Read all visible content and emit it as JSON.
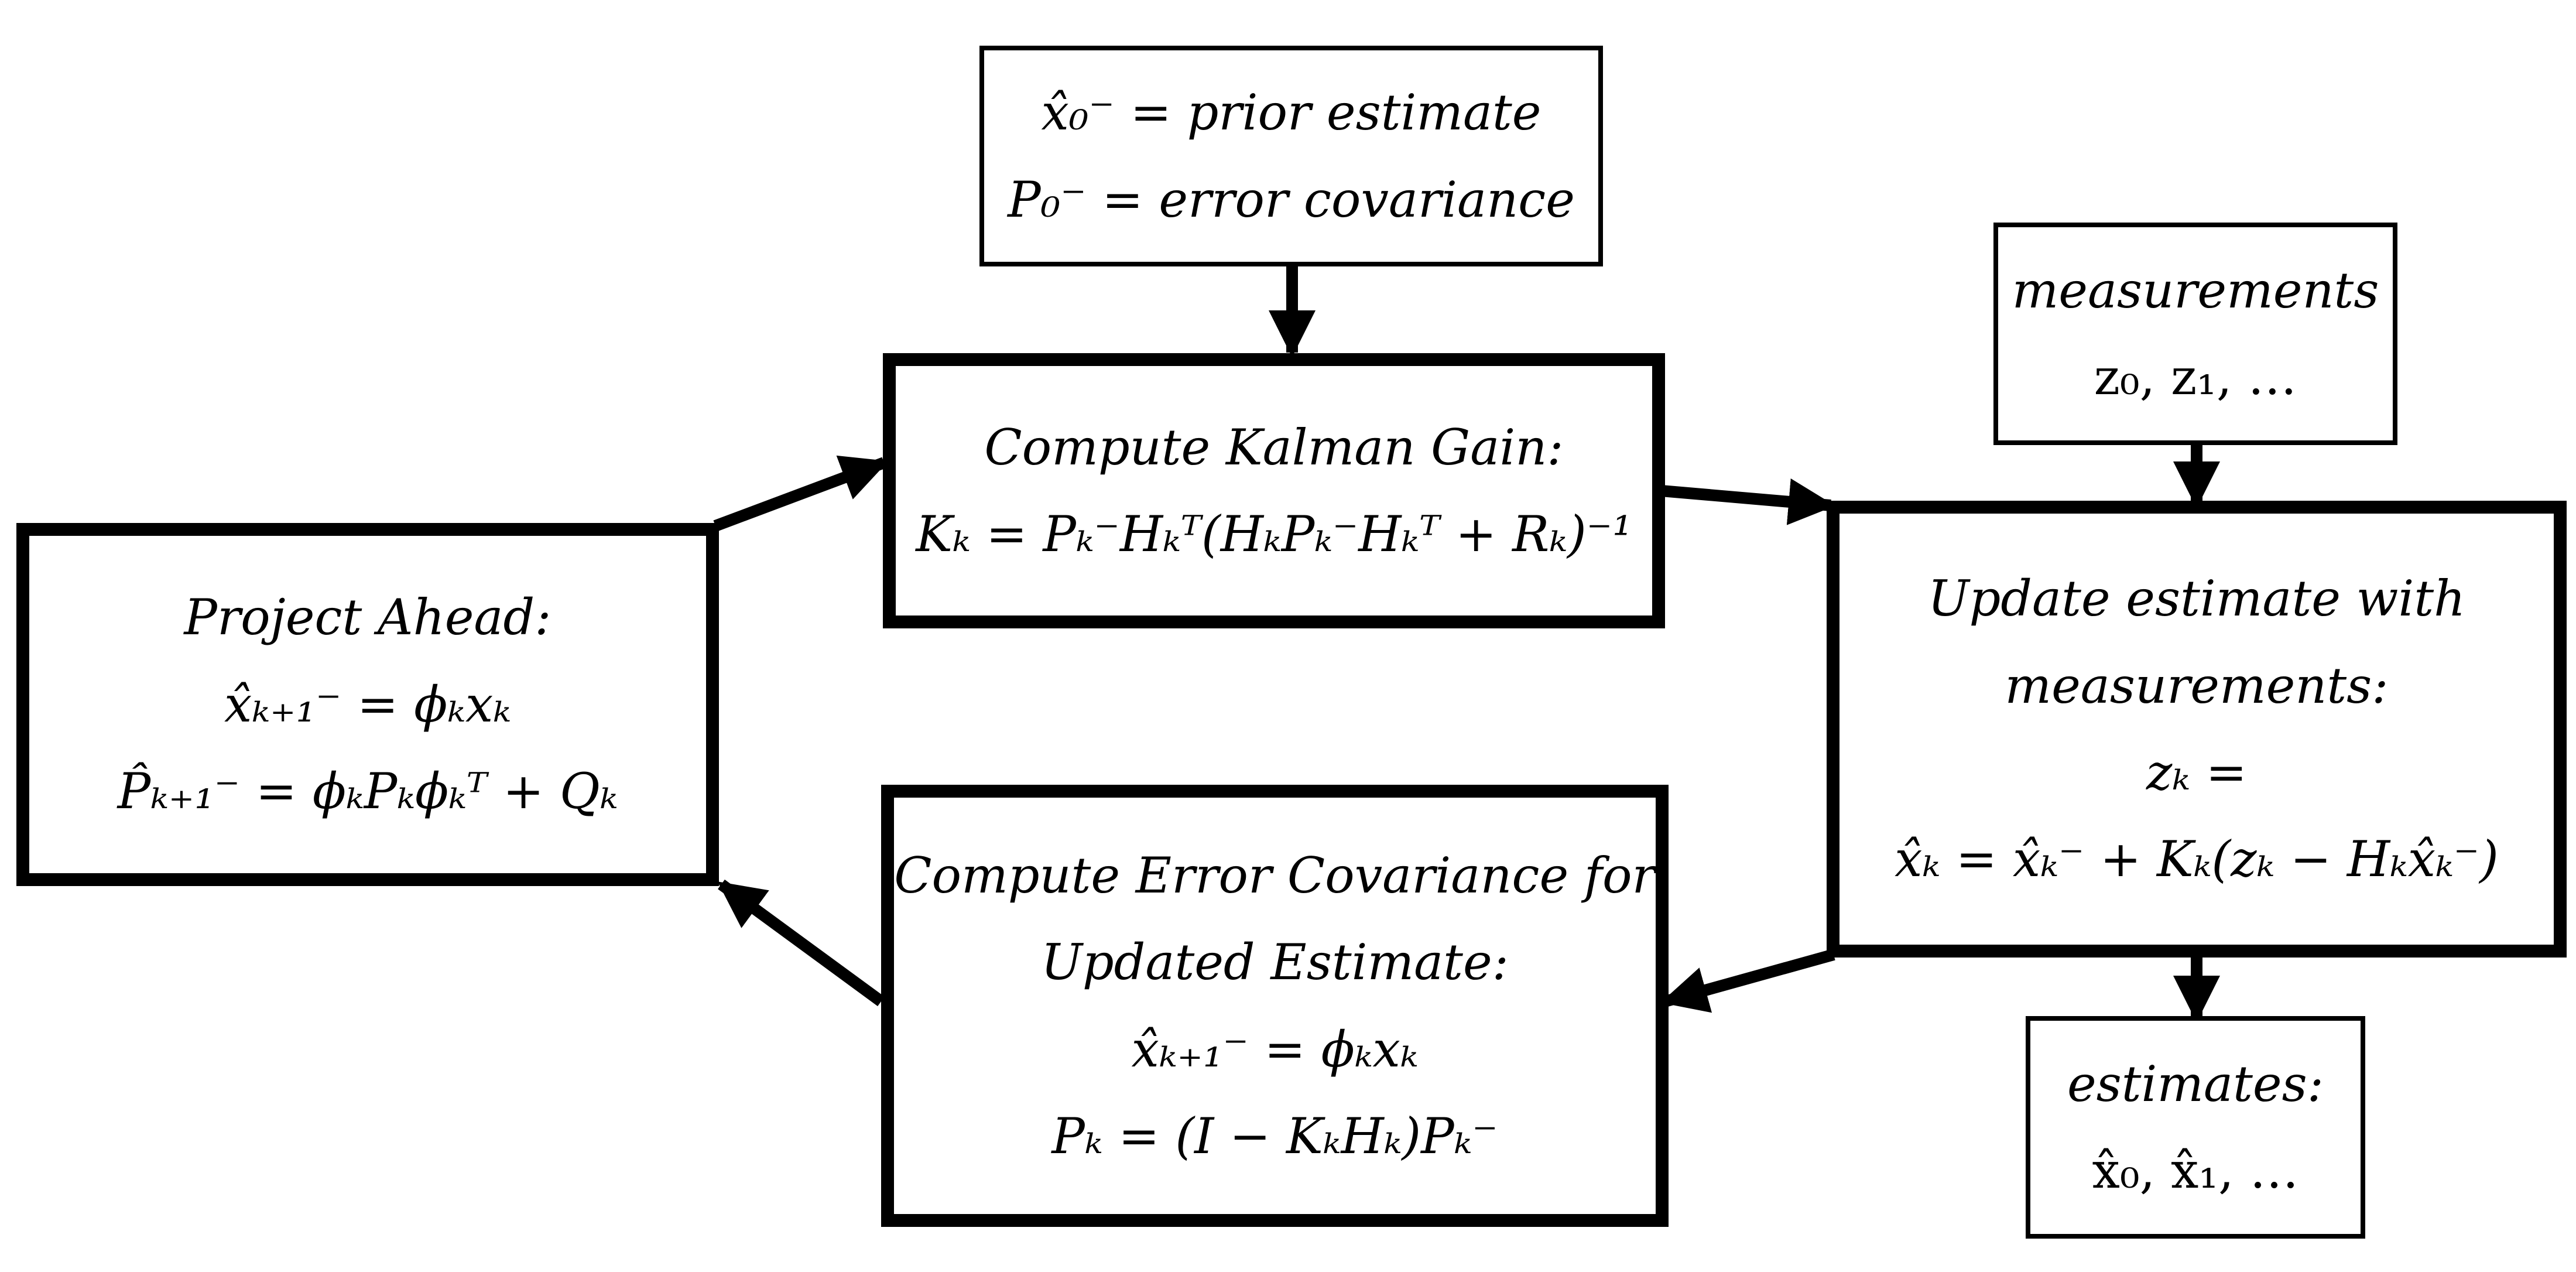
{
  "boxes": {
    "prior": {
      "lines": [
        "x̂₀⁻ = prior estimate",
        "P₀⁻ = error covariance"
      ]
    },
    "kalman_gain": {
      "title": "Compute Kalman Gain:",
      "lines": [
        "Kₖ = Pₖ⁻Hₖᵀ(HₖPₖ⁻Hₖᵀ + Rₖ)⁻¹"
      ]
    },
    "measurements": {
      "lines": [
        "measurements",
        "z₀, z₁, …"
      ]
    },
    "project": {
      "title": "Project Ahead:",
      "lines": [
        "x̂ₖ₊₁⁻ = ϕₖxₖ",
        "P̂ₖ₊₁⁻ = ϕₖPₖϕₖᵀ + Qₖ"
      ]
    },
    "update": {
      "title_lines": [
        "Update estimate with",
        "measurements:"
      ],
      "lines": [
        "zₖ =",
        "x̂ₖ = x̂ₖ⁻ + Kₖ(zₖ − Hₖx̂ₖ⁻)"
      ]
    },
    "error_cov": {
      "title_lines": [
        "Compute Error Covariance for",
        "Updated Estimate:"
      ],
      "lines": [
        "x̂ₖ₊₁⁻ = ϕₖxₖ",
        "Pₖ = (I − KₖHₖ)Pₖ⁻"
      ]
    },
    "estimates": {
      "lines": [
        "estimates:",
        "x̂₀, x̂₁, …"
      ]
    }
  }
}
